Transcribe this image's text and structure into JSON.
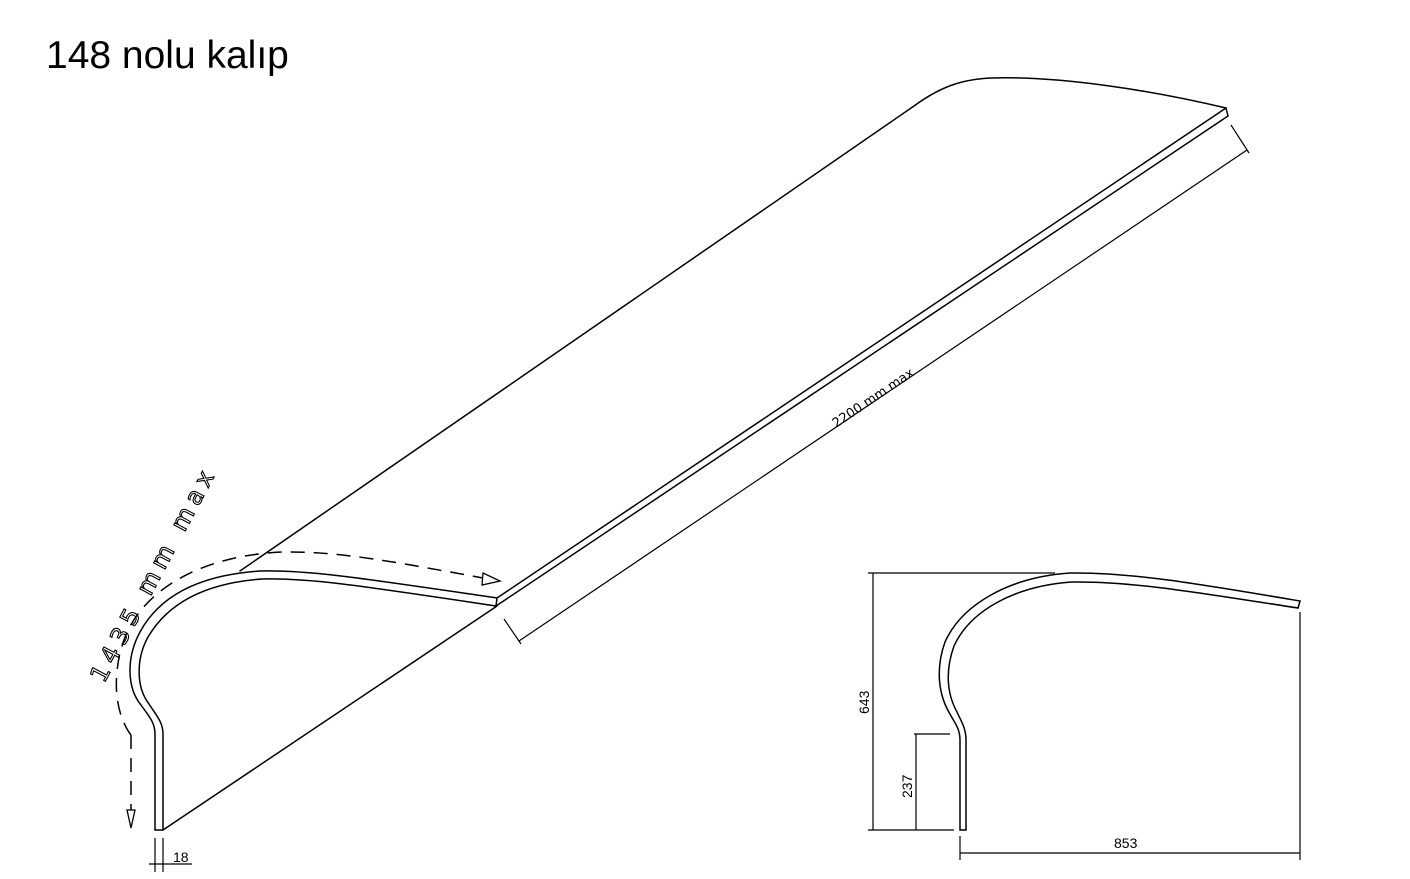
{
  "title": "148 nolu kalıp",
  "isometric_view": {
    "length_label": "2200 mm max",
    "developed_width_label": "1435 mm max",
    "thickness_label": "18"
  },
  "profile_view": {
    "height_label": "643",
    "lower_height_label": "237",
    "width_label": "853"
  }
}
